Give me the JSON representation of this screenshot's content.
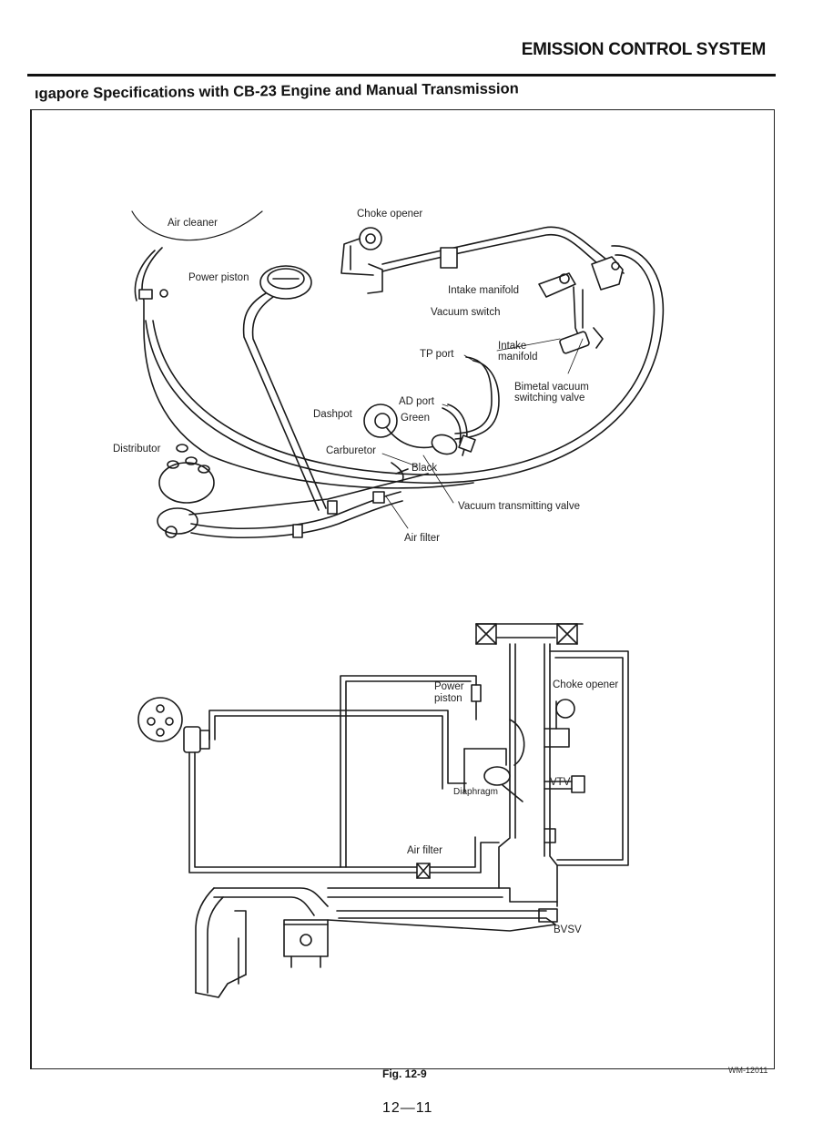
{
  "header": {
    "title": "EMISSION CONTROL SYSTEM",
    "section_title": "ıgapore Specifications with CB-23 Engine and Manual Transmission"
  },
  "diagram_top": {
    "labels": {
      "air_cleaner": "Air cleaner",
      "choke_opener": "Choke opener",
      "power_piston": "Power piston",
      "intake_manifold_1": "Intake manifold",
      "vacuum_switch": "Vacuum switch",
      "intake_manifold_2_line1": "Intake",
      "intake_manifold_2_line2": "manifold",
      "tp_port": "TP port",
      "bimetal_line1": "Bimetal vacuum",
      "bimetal_line2": "switching valve",
      "ad_port": "AD port",
      "dashpot": "Dashpot",
      "green": "Green",
      "distributor": "Distributor",
      "carburetor": "Carburetor",
      "black": "Black",
      "vacuum_transmitting_valve": "Vacuum transmitting valve",
      "air_filter": "Air filter"
    }
  },
  "diagram_bottom": {
    "labels": {
      "power_line1": "Power",
      "power_line2": "piston",
      "choke_opener": "Choke opener",
      "vtv": "VTV",
      "diaphragm": "Diaphragm",
      "air_filter": "Air filter",
      "bvsv": "BVSV"
    }
  },
  "footer": {
    "figure": "Fig. 12-9",
    "code": "WM-12011",
    "page": "12—11"
  }
}
